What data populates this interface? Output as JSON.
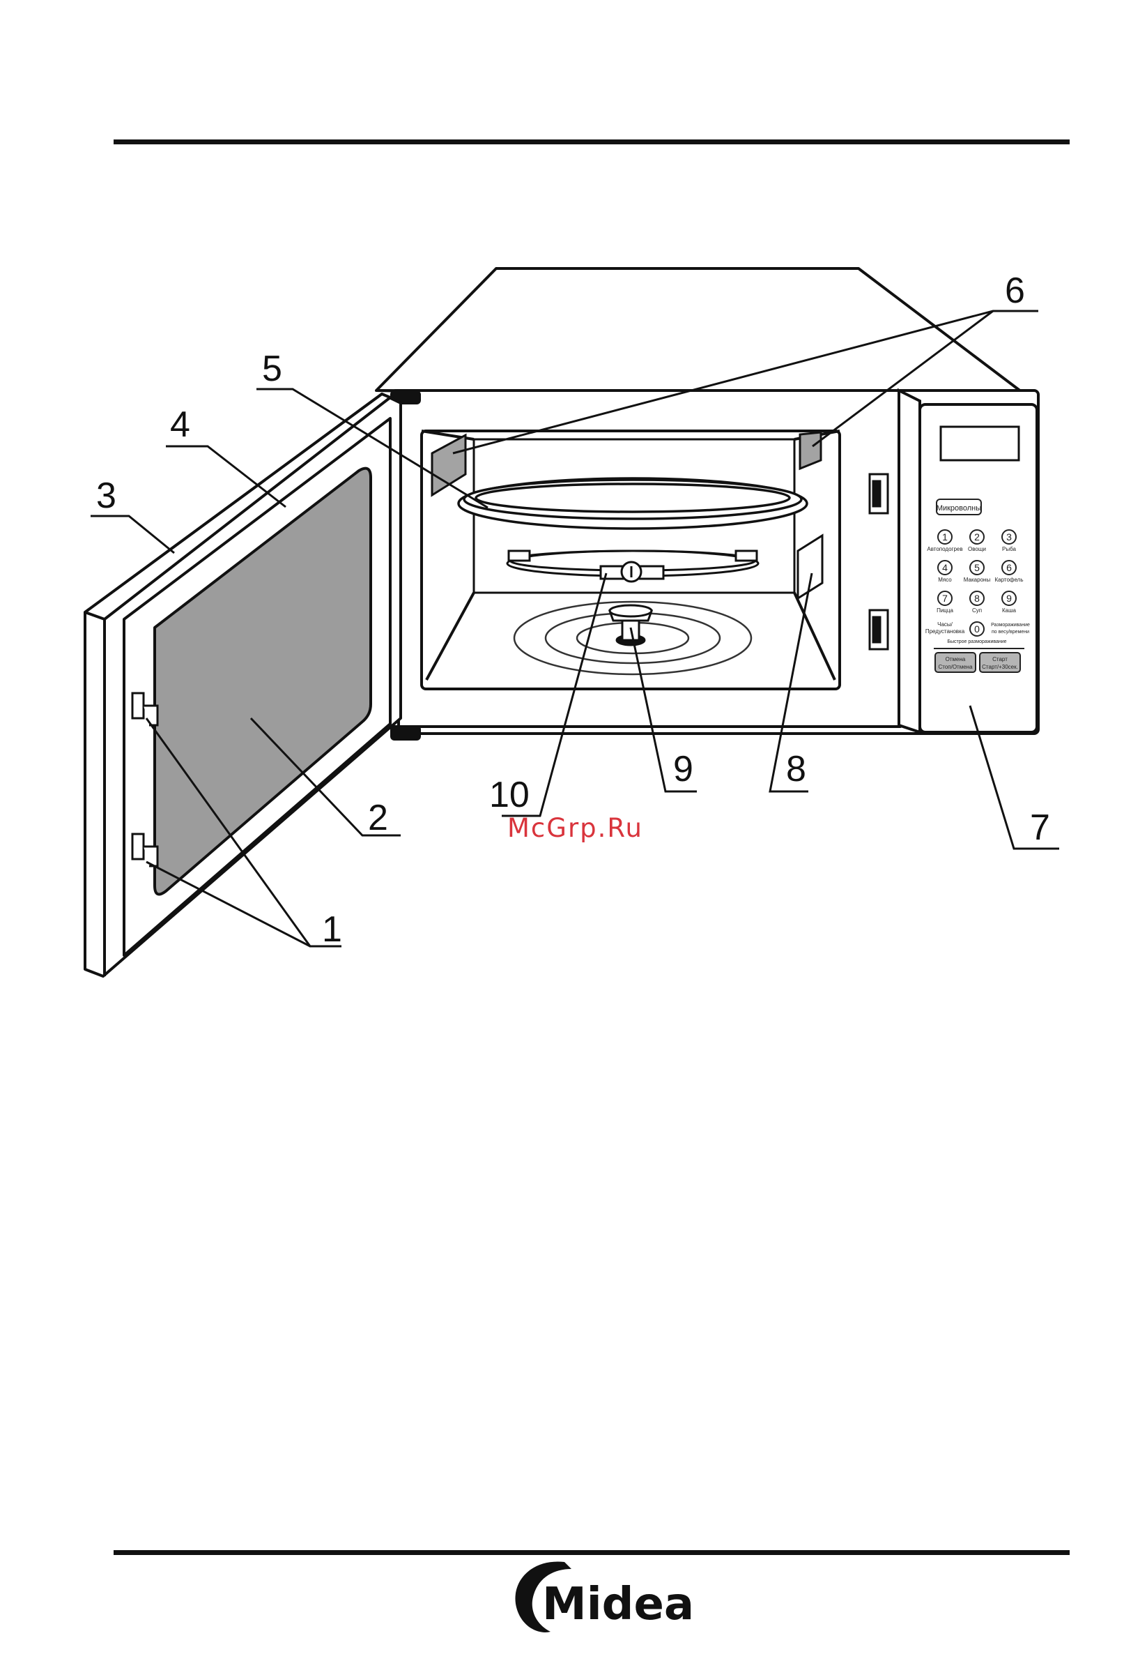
{
  "callouts": [
    "1",
    "2",
    "3",
    "4",
    "5",
    "6",
    "7",
    "8",
    "9",
    "10"
  ],
  "control_panel": {
    "mode_button": "Микроволны",
    "keys": [
      {
        "digit": "1",
        "label": "Автоподогрев"
      },
      {
        "digit": "2",
        "label": "Овощи"
      },
      {
        "digit": "3",
        "label": "Рыба"
      },
      {
        "digit": "4",
        "label": "Мясо"
      },
      {
        "digit": "5",
        "label": "Макароны"
      },
      {
        "digit": "6",
        "label": "Картофель"
      },
      {
        "digit": "7",
        "label": "Пицца"
      },
      {
        "digit": "8",
        "label": "Суп"
      },
      {
        "digit": "9",
        "label": "Каша"
      },
      {
        "digit": "0",
        "label": "Быстрое размораживание"
      }
    ],
    "clock_label_1": "Часы/",
    "clock_label_2": "Предустановка",
    "defrost_label_1": "Размораживание",
    "defrost_label_2": "по весу/времени",
    "stop_top": "Отмена",
    "stop_bottom": "Стоп/Отмена",
    "start_top": "Старт",
    "start_bottom": "Старт/+30сек."
  },
  "watermark": "McGrp.Ru",
  "brand": "Midea",
  "colors": {
    "line": "#111111",
    "glass": "#9c9c9c",
    "waveguide": "#a3a3a3",
    "watermark": "#d9343c"
  }
}
